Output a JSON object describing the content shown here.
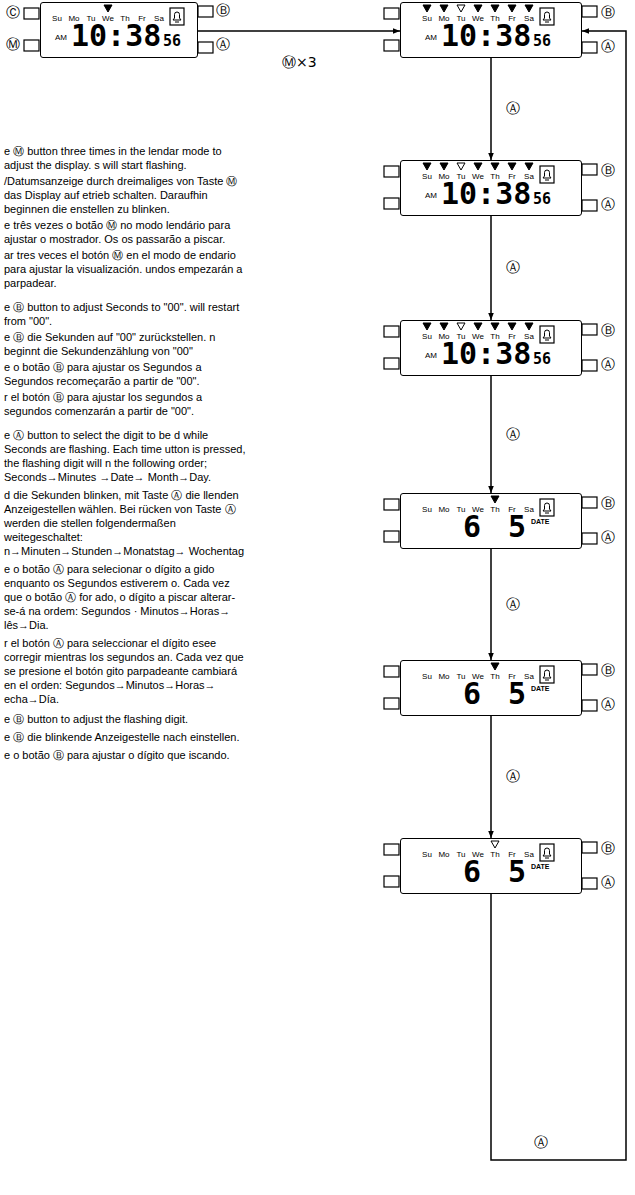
{
  "diagram": {
    "nodes": [
      {
        "text": [
          "Su",
          "Mo",
          "Tu",
          "We",
          "Th",
          "Fr",
          "Sa",
          "AM",
          "10:38",
          "56"
        ]
      },
      {
        "text": [
          "Su",
          "Mo",
          "Tu",
          "We",
          "Th",
          "Fr",
          "Sa",
          "AM",
          "10:38",
          "56"
        ]
      },
      {
        "text": [
          "Su",
          "Mo",
          "Tu",
          "We",
          "Th",
          "Fr",
          "Sa",
          "AM",
          "10:38",
          "56"
        ]
      },
      {
        "text": [
          "Su",
          "Mo",
          "Tu",
          "We",
          "Th",
          "Fr",
          "Sa",
          "AM",
          "10:38",
          "56"
        ]
      },
      {
        "text": [
          "Su",
          "Mo",
          "Tu",
          "We",
          "Th",
          "Fr",
          "Sa",
          "6",
          "5",
          "DATE"
        ]
      },
      {
        "text": [
          "Su",
          "Mo",
          "Tu",
          "We",
          "Th",
          "Fr",
          "Sa",
          "6",
          "5",
          "DATE"
        ]
      },
      {
        "text": [
          "Su",
          "Mo",
          "Tu",
          "We",
          "Th",
          "Fr",
          "Sa",
          "6",
          "5",
          "DATE"
        ]
      }
    ],
    "edges": [
      {
        "from": 0,
        "to": 1,
        "label": "Ⓜ×3",
        "arrow": "to"
      },
      {
        "from": 1,
        "to": 2,
        "label": "Ⓐ",
        "arrow": "to"
      },
      {
        "from": 2,
        "to": 3,
        "label": "Ⓐ",
        "arrow": "to"
      },
      {
        "from": 3,
        "to": 4,
        "label": "Ⓐ",
        "arrow": "to"
      },
      {
        "from": 4,
        "to": 5,
        "label": "Ⓐ",
        "arrow": "to"
      },
      {
        "from": 5,
        "to": 6,
        "label": "Ⓐ",
        "arrow": "to"
      },
      {
        "from": 6,
        "to": 1,
        "label": "Ⓐ",
        "arrow": "to"
      }
    ],
    "labels": [
      "Ⓒ",
      "Ⓜ",
      "Ⓑ",
      "Ⓐ",
      "Ⓑ",
      "Ⓐ",
      "Ⓑ",
      "Ⓐ",
      "Ⓑ",
      "Ⓐ",
      "Ⓑ",
      "Ⓐ",
      "Ⓑ",
      "Ⓐ",
      "Ⓑ",
      "Ⓐ",
      "e Ⓜ button three times in the lendar mode to adjust the display. s will start flashing.",
      "/Datumsanzeige durch dreimaliges von Taste Ⓜ das Display auf etrieb schalten. Daraufhin beginnen die enstellen zu blinken.",
      "e três vezes o botão Ⓜ no modo lendário para ajustar o mostrador. Os os passarão a piscar.",
      "ar tres veces el botón Ⓜ en el modo de endario para ajustar la visualización. undos empezarán a parpadear.",
      "e Ⓑ button to adjust Seconds to \"00\". will restart from \"00\".",
      "e Ⓑ die Sekunden auf \"00\" zurückstellen. n beginnt die Sekundenzählung von \"00\"",
      "e o botão Ⓑ para ajustar os Segundos a Segundos recomeçarão a partir de \"00\".",
      "r el botón Ⓑ para ajustar los segundos a segundos comenzarán a partir de \"00\".",
      "e Ⓐ button to select the digit to be d while Seconds are flashing. Each time utton is pressed, the flashing digit will n the following order; Seconds→Minutes →Date→ Month→Day.",
      "d die Sekunden blinken, mit Taste Ⓐ die llenden Anzeigestellen wählen. Bei rücken von Taste Ⓐ werden die stellen folgendermaßen weitegeschaltet: n→Minuten→Stunden→Monatstag→ Wochentag",
      "e o botão Ⓐ para selecionar o dígito a gido enquanto os Segundos estiverem o. Cada vez que o botão Ⓐ for ado, o dígito a piscar alterar-se-á na ordem: Segundos · Minutos→Horas→ lês→Dia.",
      "r el botón Ⓐ para seleccionar el dígito esee corregir mientras los segundos an. Cada vez que se presione el botón gito parpadeante cambiará en el orden: Segundos→Minutos→Horas→ echa→Día.",
      "e Ⓑ button to adjust the flashing digit.",
      "e Ⓑ die blinkende Anzeigestelle nach einstellen.",
      "e o botão Ⓑ para ajustar o dígito que iscando."
    ]
  }
}
